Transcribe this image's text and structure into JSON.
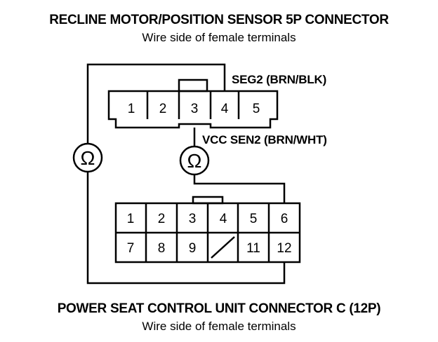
{
  "top_connector": {
    "title": "RECLINE MOTOR/POSITION SENSOR 5P CONNECTOR",
    "subtitle": "Wire side of female terminals",
    "terminals": [
      "1",
      "2",
      "3",
      "4",
      "5"
    ]
  },
  "bottom_connector": {
    "title": "POWER SEAT CONTROL UNIT CONNECTOR C (12P)",
    "subtitle": "Wire side of female terminals",
    "row1": [
      "1",
      "2",
      "3",
      "4",
      "5",
      "6"
    ],
    "row2": [
      "7",
      "8",
      "9",
      "",
      "11",
      "12"
    ]
  },
  "labels": {
    "seg2": "SEG2 (BRN/BLK)",
    "vcc": "VCC SEN2 (BRN/WHT)"
  },
  "meter_symbol": "Ω"
}
